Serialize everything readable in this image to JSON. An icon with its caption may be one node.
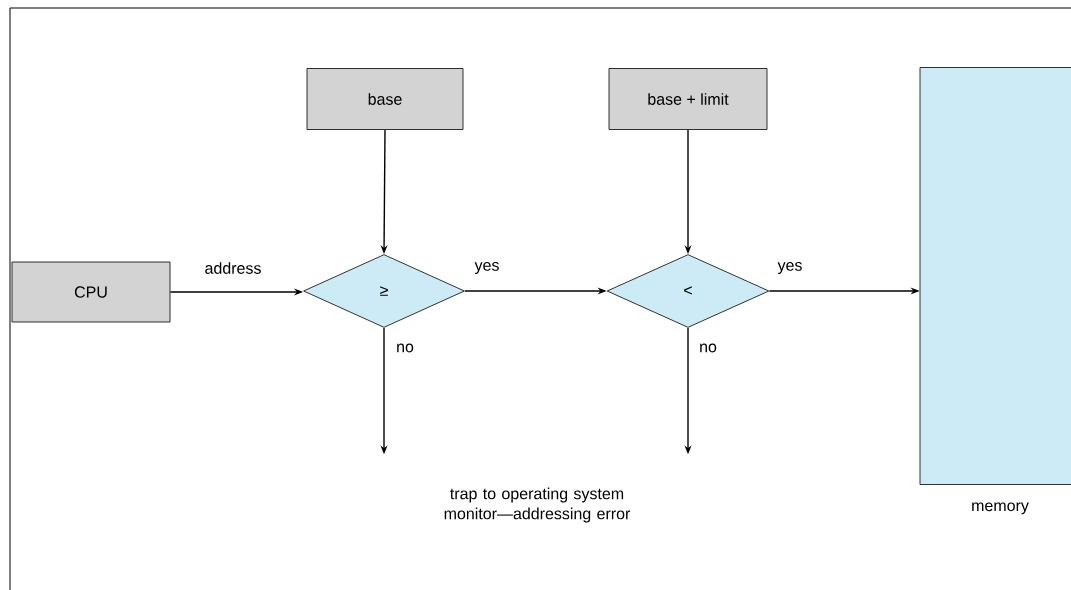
{
  "diagram": {
    "nodes": [
      {
        "text": [
          "base"
        ]
      },
      {
        "text": [
          "base + limit"
        ]
      },
      {
        "text": [
          "CPU"
        ]
      },
      {
        "text": [
          "≥"
        ]
      },
      {
        "text": [
          "<"
        ]
      },
      {
        "text": [],
        "shape": "box",
        "beside": [
          "memory"
        ]
      },
      {
        "text": [
          "trap to operating system monitor—addressing error"
        ]
      }
    ],
    "edges": [
      {
        "from": 0,
        "to": 3,
        "arrow": "to"
      },
      {
        "from": 1,
        "to": 4,
        "arrow": "to"
      },
      {
        "from": 2,
        "to": 3,
        "arrow": "to",
        "label": "address"
      },
      {
        "from": 3,
        "to": 4,
        "arrow": "to",
        "label": "yes"
      },
      {
        "from": 4,
        "to": 5,
        "arrow": "to",
        "label": "yes"
      },
      {
        "from": 3,
        "to": 6,
        "arrow": "to",
        "label": "no"
      },
      {
        "from": 4,
        "to": 6,
        "arrow": "to",
        "label": "no"
      }
    ]
  }
}
